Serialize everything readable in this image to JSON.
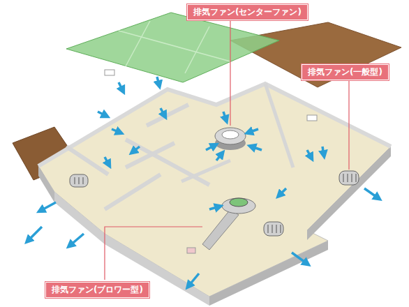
{
  "diagram": {
    "nodes": [
      {
        "text": [
          "排気ファン(センターファン)"
        ]
      },
      {
        "text": [
          "排気ファン(一般型)"
        ]
      },
      {
        "text": [
          "排気ファン(ブロワー型)"
        ]
      }
    ]
  }
}
